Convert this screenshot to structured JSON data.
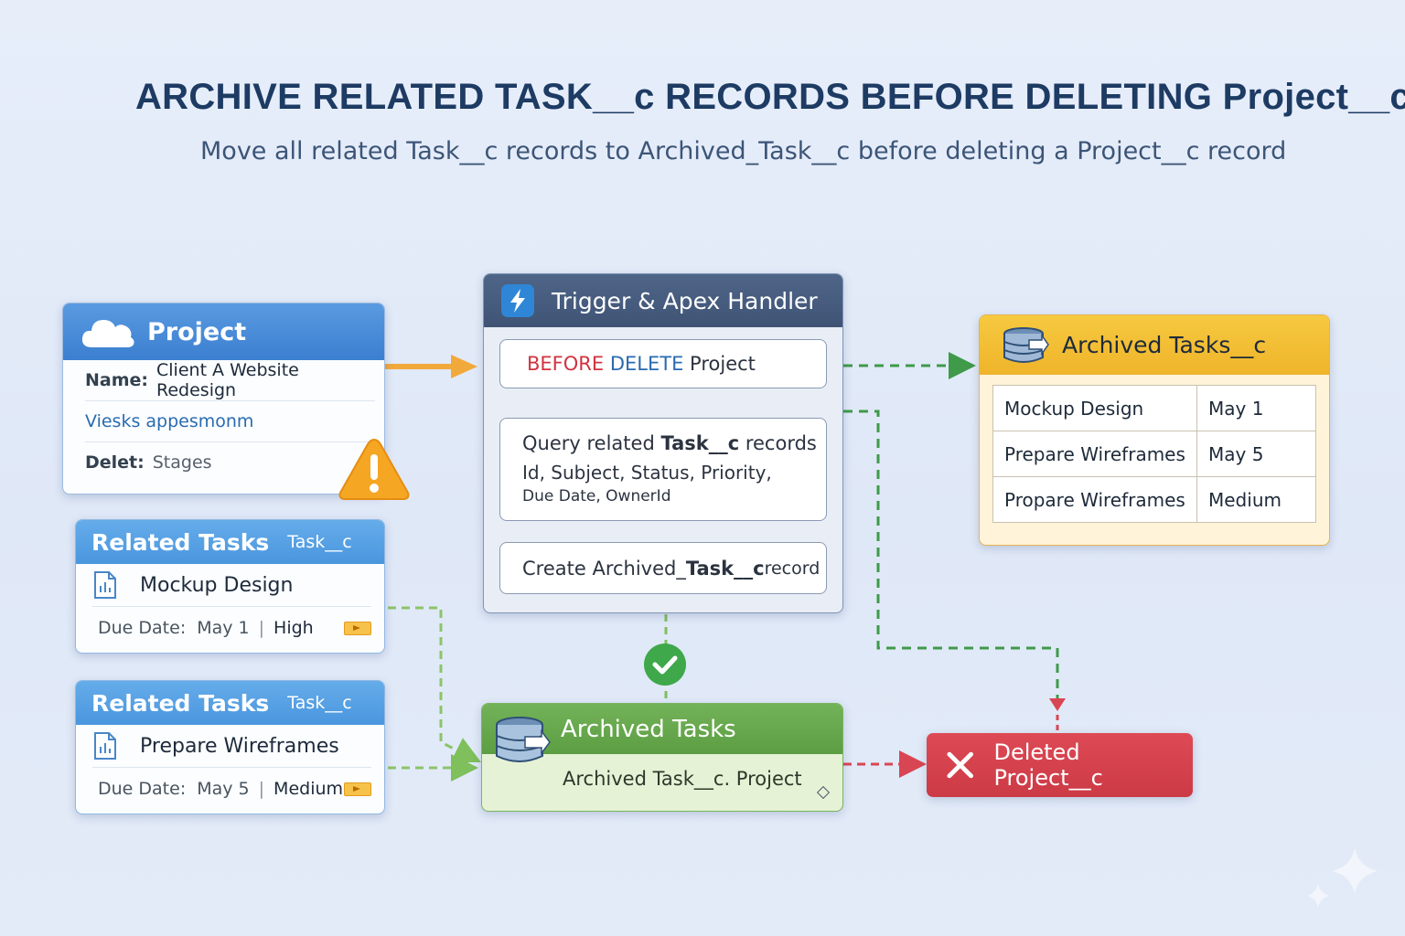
{
  "title": "ARCHIVE RELATED TASK__c RECORDS BEFORE DELETING Project__c",
  "subtitle": "Move all related Task__c records to Archived_Task__c before deleting a Project__c record",
  "project": {
    "header": "Project",
    "name_label": "Name:",
    "name_value": "Client A Website Redesign",
    "row2": "Viesks appesmonm",
    "delete_label": "Delet:",
    "delete_value": "Stages"
  },
  "related_tasks": [
    {
      "header": "Related Tasks",
      "object": "Task__c",
      "name": "Mockup Design",
      "due_label": "Due Date:",
      "due_value": "May 1",
      "priority": "High"
    },
    {
      "header": "Related Tasks",
      "object": "Task__c",
      "name": "Prepare Wireframes",
      "due_label": "Due Date:",
      "due_value": "May 5",
      "priority": "Medium"
    }
  ],
  "trigger": {
    "header": "Trigger & Apex Handler",
    "step1": {
      "before": "BEFORE",
      "delete": "DELETE",
      "project": "Project"
    },
    "step2": {
      "line1_pre": "Query related ",
      "line1_bold": "Task__c",
      "line1_post": " records",
      "line2": "Id, Subject, Status, Priority,",
      "line3": "Due Date, OwnerId"
    },
    "step3": {
      "pre": "Create Archived_",
      "bold": "Task__c",
      "post": " record"
    }
  },
  "archived_tasks_c": {
    "header": "Archived Tasks__c",
    "rows": [
      [
        "Mockup Design",
        "May 1"
      ],
      [
        "Prepare Wireframes",
        "May 5"
      ],
      [
        "Propare Wireframes",
        "Medium"
      ]
    ]
  },
  "archived_tasks": {
    "header": "Archived Tasks",
    "body": "Archived Task__c. Project"
  },
  "deleted": {
    "label": "Deleted Project__c"
  },
  "colors": {
    "title": "#1d3b63",
    "project_blue": "#3b7fd0",
    "trigger_slate": "#3f5475",
    "archive_yellow": "#efb42a",
    "archive_green": "#5c9e43",
    "delete_red": "#cc3a46",
    "arrow_orange": "#f2a93b",
    "arrow_green": "#3f9a4a",
    "arrow_red": "#d94653"
  },
  "icons": [
    "cloud-icon",
    "warning-icon",
    "document-icon",
    "lightning-icon",
    "database-icon",
    "check-icon",
    "close-icon",
    "sparkle-icon"
  ]
}
